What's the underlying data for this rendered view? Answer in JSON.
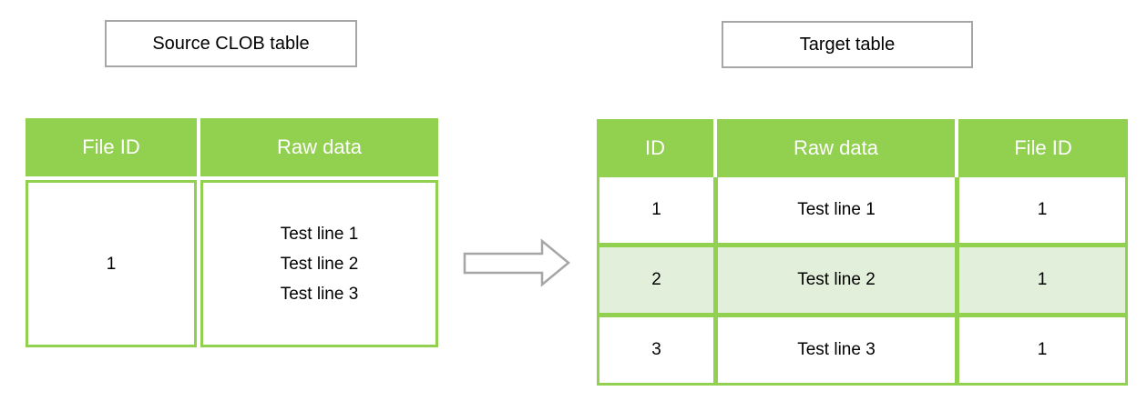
{
  "colors": {
    "accent_green": "#92D050",
    "highlight_light_green": "#E2EFDA",
    "border_gray": "#A6A6A6",
    "header_text": "#FFFFFF",
    "body_text": "#000000"
  },
  "icons": {
    "arrow": "right-block-arrow"
  },
  "source_table": {
    "title": "Source CLOB table",
    "headers": [
      "File ID",
      "Raw data"
    ],
    "row": {
      "file_id": "1",
      "raw_data_lines": [
        "Test line 1",
        "Test line 2",
        "Test line 3"
      ]
    }
  },
  "target_table": {
    "title": "Target table",
    "headers": [
      "ID",
      "Raw data",
      "File ID"
    ],
    "rows": [
      {
        "id": "1",
        "raw_data": "Test line 1",
        "file_id": "1",
        "highlighted": false
      },
      {
        "id": "2",
        "raw_data": "Test line 2",
        "file_id": "1",
        "highlighted": true
      },
      {
        "id": "3",
        "raw_data": "Test line 3",
        "file_id": "1",
        "highlighted": false
      }
    ]
  }
}
